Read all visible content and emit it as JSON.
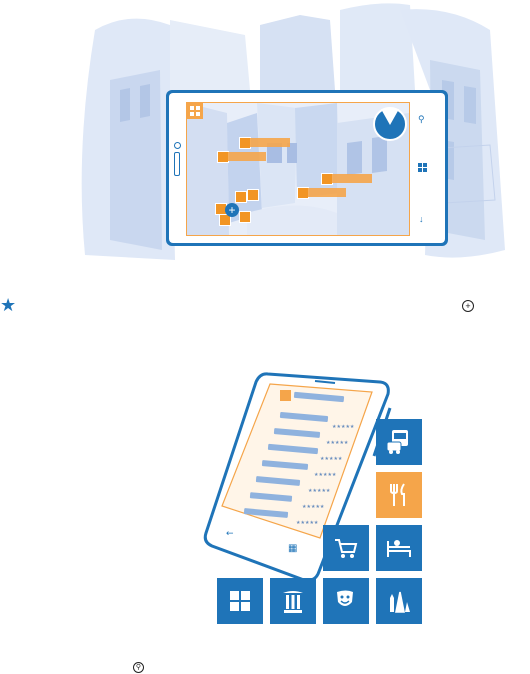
{
  "figure_top": {
    "right_toolbar_icons": [
      "search-icon",
      "tiles-icon",
      "down-arrow-icon"
    ],
    "map_badges": [
      "camera-icon",
      "bed-icon",
      "fork-knife-icon",
      "fork-knife-icon",
      "plus-icon"
    ]
  },
  "markers": {
    "star_icon": "star-icon",
    "plus_circle_icon": "plus-circle-icon",
    "search_circle_icon": "search-circle-icon"
  },
  "figure_bottom": {
    "tiles": [
      {
        "name": "transport-tile",
        "icon": "bus-car-icon",
        "color": "#1f74b8"
      },
      {
        "name": "restaurant-tile",
        "icon": "fork-knife-icon",
        "color": "#f5a54a"
      },
      {
        "name": "shopping-tile",
        "icon": "cart-icon",
        "color": "#1f74b8"
      },
      {
        "name": "hotel-tile",
        "icon": "bed-icon",
        "color": "#1f74b8"
      },
      {
        "name": "windows-tile",
        "icon": "windows-icon",
        "color": "#1f74b8"
      },
      {
        "name": "museum-tile",
        "icon": "column-icon",
        "color": "#1f74b8"
      },
      {
        "name": "theatre-tile",
        "icon": "masks-icon",
        "color": "#1f74b8"
      },
      {
        "name": "sights-tile",
        "icon": "landmarks-icon",
        "color": "#1f74b8"
      }
    ]
  },
  "colors": {
    "accent": "#1f74b8",
    "orange": "#f5a54a",
    "light_blue": "#dfe8f7"
  }
}
